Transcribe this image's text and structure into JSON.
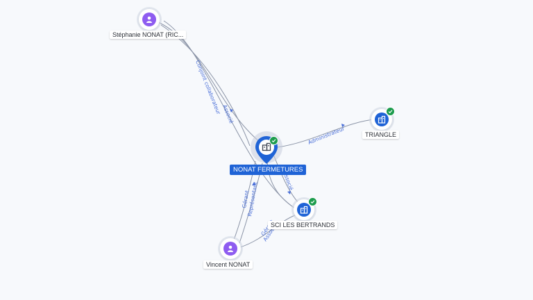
{
  "nodes": {
    "main": {
      "label": "NONAT FERMETURES",
      "type": "company",
      "verified": true
    },
    "stephanie": {
      "label": "Stéphanie NONAT (RIC...",
      "type": "person"
    },
    "triangle": {
      "label": "TRIANGLE",
      "type": "company",
      "verified": true
    },
    "sci": {
      "label": "SCI LES BERTRANDS",
      "type": "company",
      "verified": true
    },
    "vincent": {
      "label": "Vincent NONAT",
      "type": "person"
    }
  },
  "edges": {
    "stephanie_main": "Conjoint collaborateur",
    "stephanie_main_2": "Associé",
    "main_triangle": "Administrateur",
    "main_sci": "Associé",
    "vincent_main_1": "Gérant",
    "vincent_main_2": "Représentant",
    "vincent_sci_1": "Gérant",
    "vincent_sci_2": "Associé"
  },
  "colors": {
    "person": "#8e5cf0",
    "company": "#1f63d6",
    "verified": "#1d9c4d",
    "edge_label": "#4a6fd8"
  },
  "icons": {
    "person": "person-icon",
    "company": "building-icon",
    "verified": "check-badge-icon"
  }
}
